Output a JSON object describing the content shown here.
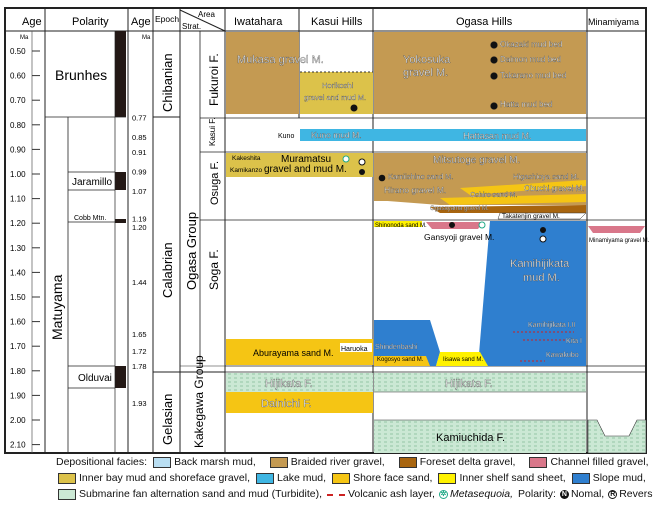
{
  "headers": {
    "age": "Age",
    "polarity": "Polarity",
    "age2": "Age",
    "epoch": "Epoch",
    "area": "Area",
    "strat": "Strat.",
    "areas": [
      "Iwatahara",
      "Kasui Hills",
      "Ogasa Hills",
      "Minamiyama"
    ]
  },
  "age_unit": "Ma",
  "age_ticks": [
    "0.50",
    "0.60",
    "0.70",
    "0.80",
    "0.90",
    "1.00",
    "1.10",
    "1.20",
    "1.30",
    "1.40",
    "1.50",
    "1.60",
    "1.70",
    "1.80",
    "1.90",
    "2.00",
    "2.10"
  ],
  "polarity": {
    "chrons": [
      "Brunhes",
      "Matuyama"
    ],
    "subchrons": [
      "Jaramillo",
      "Cobb Mtn.",
      "Olduvai"
    ]
  },
  "boundary_ages": [
    "0.77",
    "0.85",
    "0.91",
    "0.99",
    "1.07",
    "1.19",
    "1.20",
    "1.44",
    "1.65",
    "1.72",
    "1.78",
    "1.93"
  ],
  "epochs": [
    "Chibanian",
    "Calabrian",
    "Gelasian"
  ],
  "groups": [
    "Ogasa Group",
    "Kakegawa Group"
  ],
  "formations": [
    "Fukuroi F.",
    "Kasui F.",
    "Osuga F.",
    "Soga F."
  ],
  "units": {
    "mukasa": "Mukasa gravel M.",
    "horikoshi_1": "Horikoshi",
    "horikoshi_2": "gravel and mud M.",
    "yokosuka_1": "Yokosuka",
    "yokosuka_2": "gravel M.",
    "okazaki": "Okazaki mud bed",
    "daimon": "Daimon mud bed",
    "takarano": "Takarano mud bed",
    "hatta": "Hatta mud bed",
    "kuno": "Kuno",
    "kuno_mud": "Kuno mud M.",
    "hattasan": "Hattasan mud M.",
    "kakeshita": "Kakeshita",
    "muramatsu_1": "Muramatsu",
    "muramatsu_2": "gravel and mud M.",
    "kamikanzo": "Kamikanzo",
    "mitsutoge": "Mitsutoge gravel M.",
    "kamiishino": "Kamiishino sand M.",
    "higashioya": "Higashioya sand M.",
    "hirano": "Hirano gravel M.",
    "oshiro": "Oshiro sand M.",
    "obuchi": "Obuchi gravel M.",
    "ogasayama": "Ogasayama gravel M.",
    "takatenjin": "Takatenjin gravel M.",
    "shinonoda": "Shinonoda sand M.",
    "gansyoji": "Gansyoji gravel M.",
    "kamihijikata_1": "Kamihijikata",
    "kamihijikata_2": "mud M.",
    "minamiyama_gravel": "Minamiyama gravel M.",
    "kamihijikata_ash": "Kamihijikata I,II",
    "kita": "Kita I",
    "kawakubo": "Kawakubo",
    "shindenbashi": "Shindenbashi",
    "kogosyo": "Kogosyo sand M.",
    "iisawa": "Iisawa sand M.",
    "aburayama": "Aburayama sand M.",
    "haruoka": "Haruoka",
    "hijikata": "Hijikata F.",
    "dainichi": "Dainichi F.",
    "kamiuchida": "Kamiuchida F."
  },
  "polarity_marks": {
    "normal": "N",
    "reverse": "R"
  },
  "colors": {
    "back_marsh_mud": "#b9def2",
    "braided_river_gravel": "#c49a52",
    "foreset_delta_gravel": "#a8650f",
    "channel_filled_gravel": "#d9778a",
    "inner_bay_mud": "#dcc24a",
    "lake_mud": "#3fb6e3",
    "shore_face_sand": "#f5c514",
    "inner_shelf_sand": "#fff200",
    "slope_mud": "#2f7fcf",
    "turbidite": "#cbe8d4",
    "volcanic_ash": "#c2262e"
  },
  "legend": {
    "title": "Depositional facies:",
    "items": [
      {
        "label": "Back marsh mud,",
        "color": "#b9def2"
      },
      {
        "label": "Braided river gravel,",
        "color": "#c49a52"
      },
      {
        "label": "Foreset delta gravel,",
        "color": "#a8650f"
      },
      {
        "label": "Channel filled gravel,",
        "color": "#d9778a"
      },
      {
        "label": "Inner bay mud and shoreface gravel,",
        "color": "#dcc24a"
      },
      {
        "label": "Lake mud,",
        "color": "#3fb6e3"
      },
      {
        "label": "Shore face sand,",
        "color": "#f5c514"
      },
      {
        "label": "Inner shelf sand sheet,",
        "color": "#fff200"
      },
      {
        "label": "Slope mud,",
        "color": "#2f7fcf"
      },
      {
        "label": "Submarine fan alternation sand and mud (Turbidite),",
        "color": "#cbe8d4"
      }
    ],
    "ash_label": "Volcanic ash layer,",
    "metasequoia_label": "Metasequoia,",
    "polarity_label": "Polarity:",
    "normal_label": "Nomal,",
    "reverse_label": "Reverse"
  }
}
